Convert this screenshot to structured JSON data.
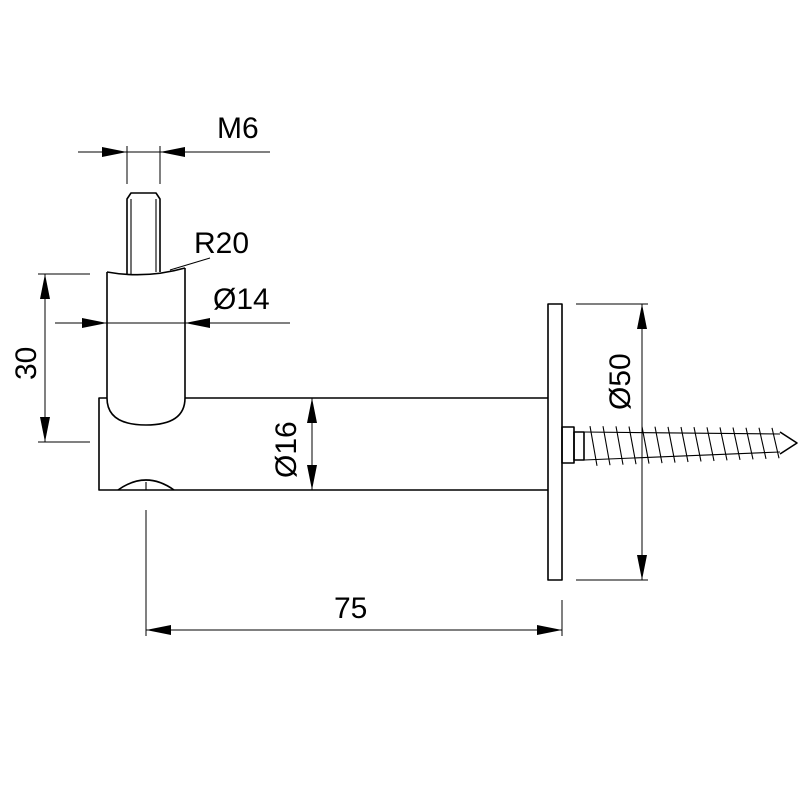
{
  "dimensions": {
    "thread": "M6",
    "radius": "R20",
    "stem_diameter": "Ø14",
    "height": "30",
    "arm_diameter": "Ø16",
    "plate_diameter": "Ø50",
    "length": "75"
  }
}
